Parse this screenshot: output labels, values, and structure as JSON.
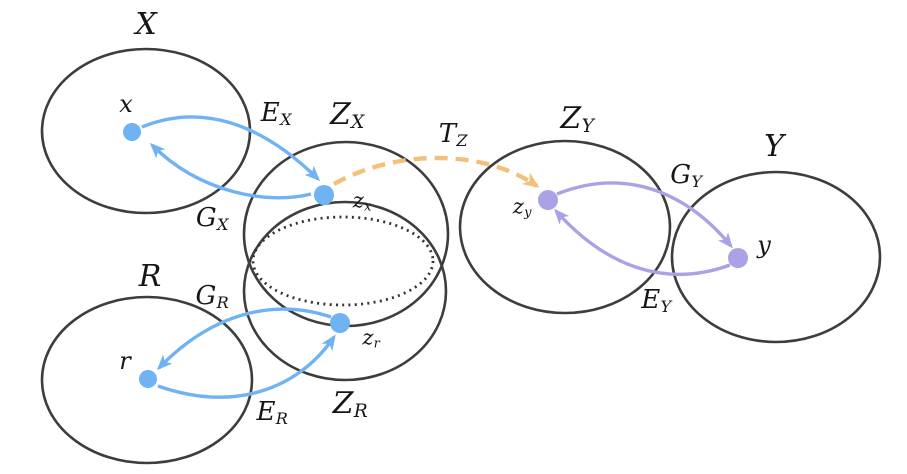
{
  "colors": {
    "encoder_blue": "#6fb3f2",
    "transfer_orange": "#f2c07a",
    "decoder_purple": "#a9a2e6",
    "set_outline": "#3d3d3d",
    "shared_dotted": "#333333"
  },
  "labels": {
    "set_x": {
      "main": "X"
    },
    "set_r": {
      "main": "R"
    },
    "set_zx": {
      "main": "Z",
      "sub": "X"
    },
    "set_zr": {
      "main": "Z",
      "sub": "R"
    },
    "set_zy": {
      "main": "Z",
      "sub": "Y"
    },
    "set_y": {
      "main": "Y"
    },
    "map_ex": {
      "main": "E",
      "sub": "X"
    },
    "map_gx": {
      "main": "G",
      "sub": "X"
    },
    "map_gr": {
      "main": "G",
      "sub": "R"
    },
    "map_er": {
      "main": "E",
      "sub": "R"
    },
    "map_tz": {
      "main": "T",
      "sub": "Z"
    },
    "map_gy": {
      "main": "G",
      "sub": "Y"
    },
    "map_ey": {
      "main": "E",
      "sub": "Y"
    },
    "pt_x": {
      "main": "x"
    },
    "pt_r": {
      "main": "r"
    },
    "pt_zx": {
      "main": "z",
      "sub": "x"
    },
    "pt_zr": {
      "main": "z",
      "sub": "r"
    },
    "pt_zy": {
      "main": "z",
      "sub": "y"
    },
    "pt_y": {
      "main": "y"
    }
  }
}
